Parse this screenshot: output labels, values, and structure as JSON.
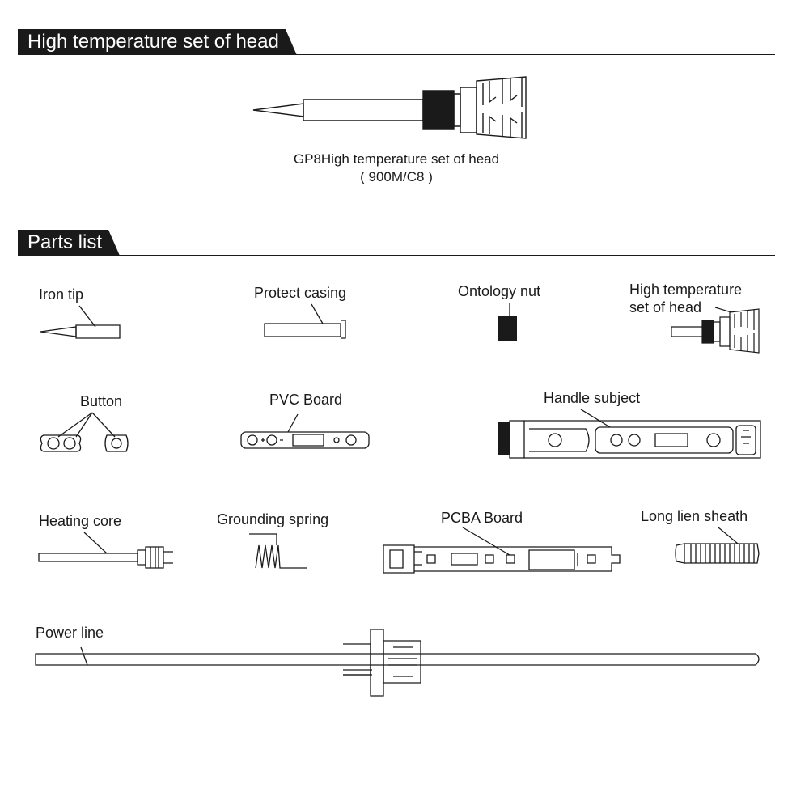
{
  "sections": {
    "head": {
      "title": "High temperature set of head"
    },
    "parts": {
      "title": "Parts list"
    }
  },
  "product": {
    "caption_line1": "GP8High temperature set of head",
    "caption_line2": "( 900M/C8 )"
  },
  "parts": {
    "iron_tip": "Iron tip",
    "protect_casing": "Protect casing",
    "ontology_nut": "Ontology nut",
    "high_temp_head_line1": "High temperature",
    "high_temp_head_line2": "set of head",
    "button": "Button",
    "pvc_board": "PVC Board",
    "handle_subject": "Handle subject",
    "heating_core": "Heating core",
    "grounding_spring": "Grounding spring",
    "pcba_board": "PCBA Board",
    "long_lien_sheath": "Long lien sheath",
    "power_line": "Power line"
  }
}
